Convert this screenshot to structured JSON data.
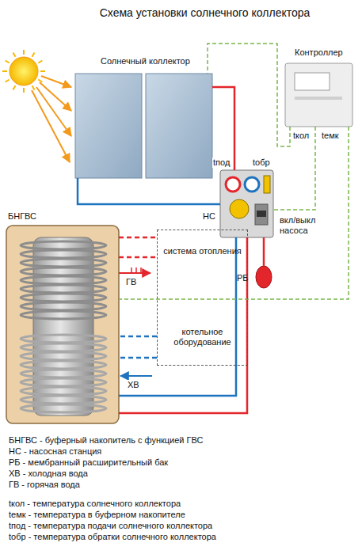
{
  "diagram": {
    "title": "Схема установки солнечного коллектора",
    "nodes": [
      {
        "text": [
          "Солнечный коллектор"
        ]
      },
      {
        "text": [
          "Контроллер"
        ]
      },
      {
        "text": [
          "НС"
        ]
      },
      {
        "text": [
          "РБ"
        ]
      },
      {
        "text": [
          "БНГВС"
        ]
      },
      {
        "text": [
          "система отопления",
          "котельное оборудование"
        ]
      }
    ],
    "edges": [
      {
        "from": 0,
        "to": 2,
        "arrow": "none"
      },
      {
        "from": 2,
        "to": 0,
        "arrow": "none"
      },
      {
        "from": 2,
        "to": 4,
        "arrow": "none"
      },
      {
        "from": 4,
        "to": 2,
        "arrow": "none"
      },
      {
        "from": 4,
        "to": 5,
        "arrow": "none"
      },
      {
        "from": 4,
        "to": 5,
        "arrow": "none"
      },
      {
        "from": 5,
        "to": 4,
        "arrow": "none"
      },
      {
        "from": 5,
        "to": 4,
        "arrow": "none"
      },
      {
        "from": 3,
        "to": 2,
        "arrow": "none"
      },
      {
        "from": 1,
        "to": 0,
        "arrow": "none"
      },
      {
        "from": 1,
        "to": 2,
        "arrow": "none"
      },
      {
        "from": 1,
        "to": 4,
        "arrow": "none"
      }
    ],
    "labels": [
      "ГВ",
      "ХВ",
      "tкол",
      "tемк",
      "tпод",
      "tобр",
      "вкл/выкл насоса",
      "БНГВС - буферный накопитель с функцией ГВС",
      "НС - насосная станция",
      "РБ - мембранный расширительный бак",
      "ХВ - холодная вода",
      "ГВ - горячая вода",
      "tкол - температура солнечного коллектора",
      "tемк - температура в буферном накопителе",
      "tпод - температура подачи солнечного коллектора",
      "tобр - температура обратки солнечного коллектора"
    ]
  }
}
